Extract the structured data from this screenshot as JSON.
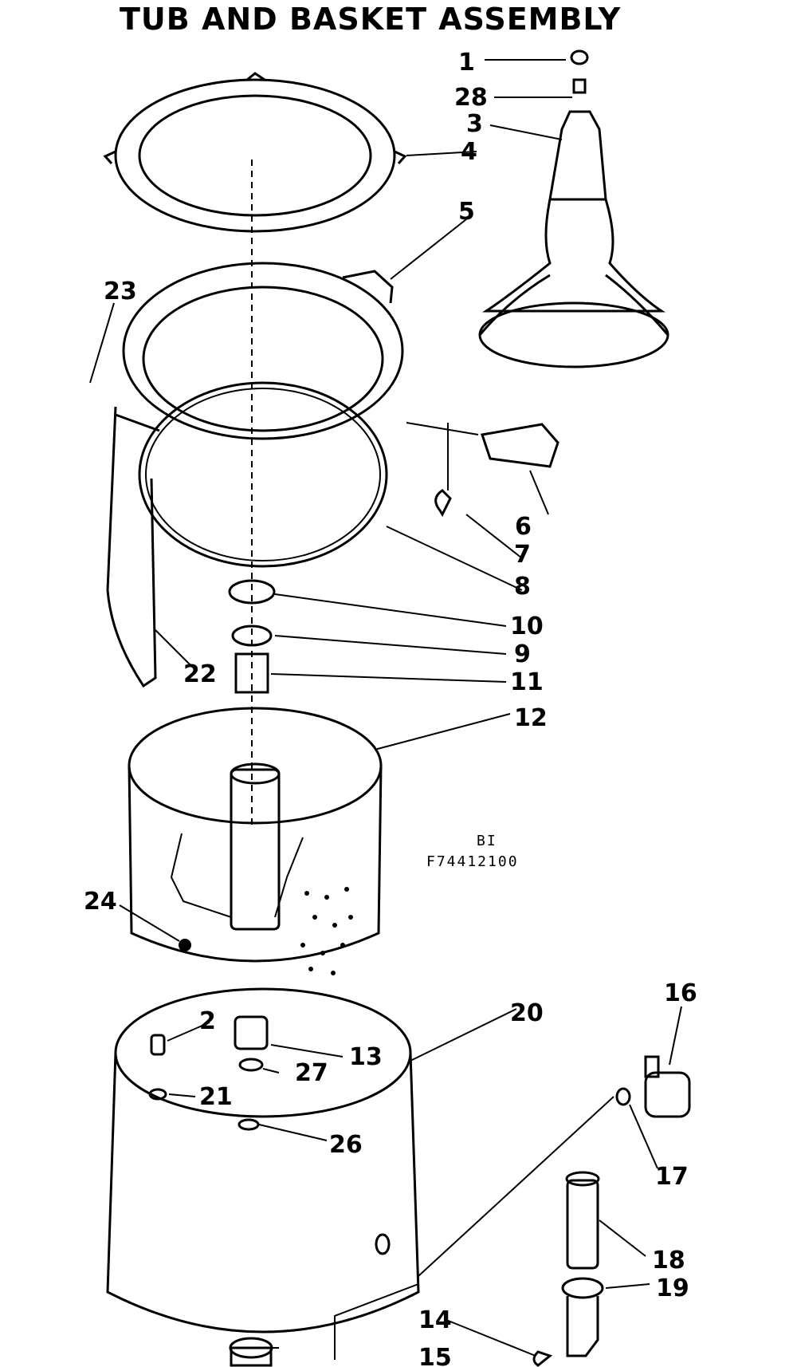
{
  "title": "TUB AND BASKET ASSEMBLY",
  "model_ref": {
    "line1": "BI",
    "line2": "F74412100"
  },
  "parts": {
    "p1": "1",
    "p28": "28",
    "p3": "3",
    "p4": "4",
    "p5": "5",
    "p23": "23",
    "p6": "6",
    "p7": "7",
    "p8": "8",
    "p10": "10",
    "p9": "9",
    "p11": "11",
    "p22": "22",
    "p12": "12",
    "p24": "24",
    "p20": "20",
    "p16": "16",
    "p2": "2",
    "p13": "13",
    "p27": "27",
    "p21": "21",
    "p26": "26",
    "p17": "17",
    "p18": "18",
    "p19": "19",
    "p14": "14",
    "p15": "15"
  }
}
